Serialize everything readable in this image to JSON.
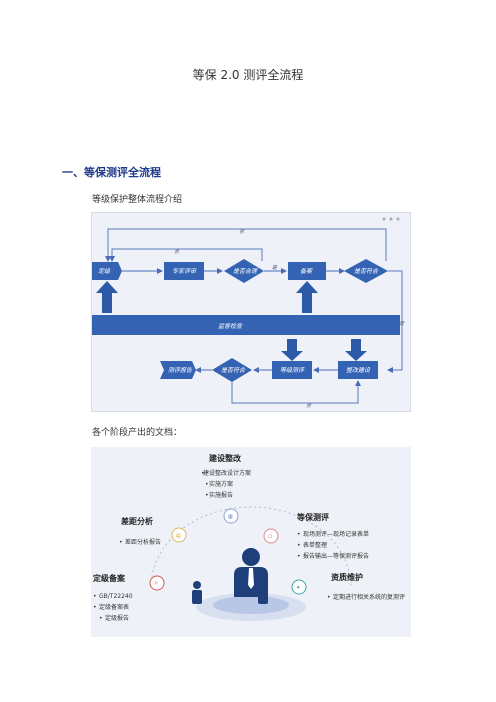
{
  "doc": {
    "title": "等保 2.0 测评全流程",
    "section_heading": "一、等保测评全流程",
    "intro": "等级保护整体流程介绍",
    "caption": "各个阶段产出的文档："
  },
  "flowchart": {
    "nodes": {
      "grading": "定级",
      "expert_review": "专家评审",
      "is_compliant_1": "是否合理",
      "filing": "备案",
      "is_compliant_2": "是否符合",
      "supervision": "监督检查",
      "rectification": "整改建设",
      "level_assessment": "等级测评",
      "is_compliant_3": "是否符合",
      "report": "测评报告"
    },
    "edge_labels": {
      "no_top": "否",
      "no_second": "否",
      "yes_1": "是",
      "no_right": "否",
      "no_bottom": "否"
    }
  },
  "lifecycle": {
    "top_title": "建设整改",
    "top_items": [
      "建设整改设计方案",
      "实施方案",
      "实施报告"
    ],
    "left_title": "差距分析",
    "left_items": [
      "差距分析报告"
    ],
    "right_title": "等保测评",
    "right_items": [
      "现场测评—现场记录表单",
      "表单整理",
      "报告输出—等保测评报告"
    ],
    "bottom_left_title": "定级备案",
    "bottom_left_items": [
      "GB/T22240",
      "定级备案表",
      "定级报告"
    ],
    "bottom_right_title": "资质维护",
    "bottom_right_items": [
      "定期进行相关系统的复测评"
    ],
    "colors": {
      "accent": "#2d5aa8",
      "node": "#3463b3",
      "figure": "#1f3f7a"
    }
  }
}
